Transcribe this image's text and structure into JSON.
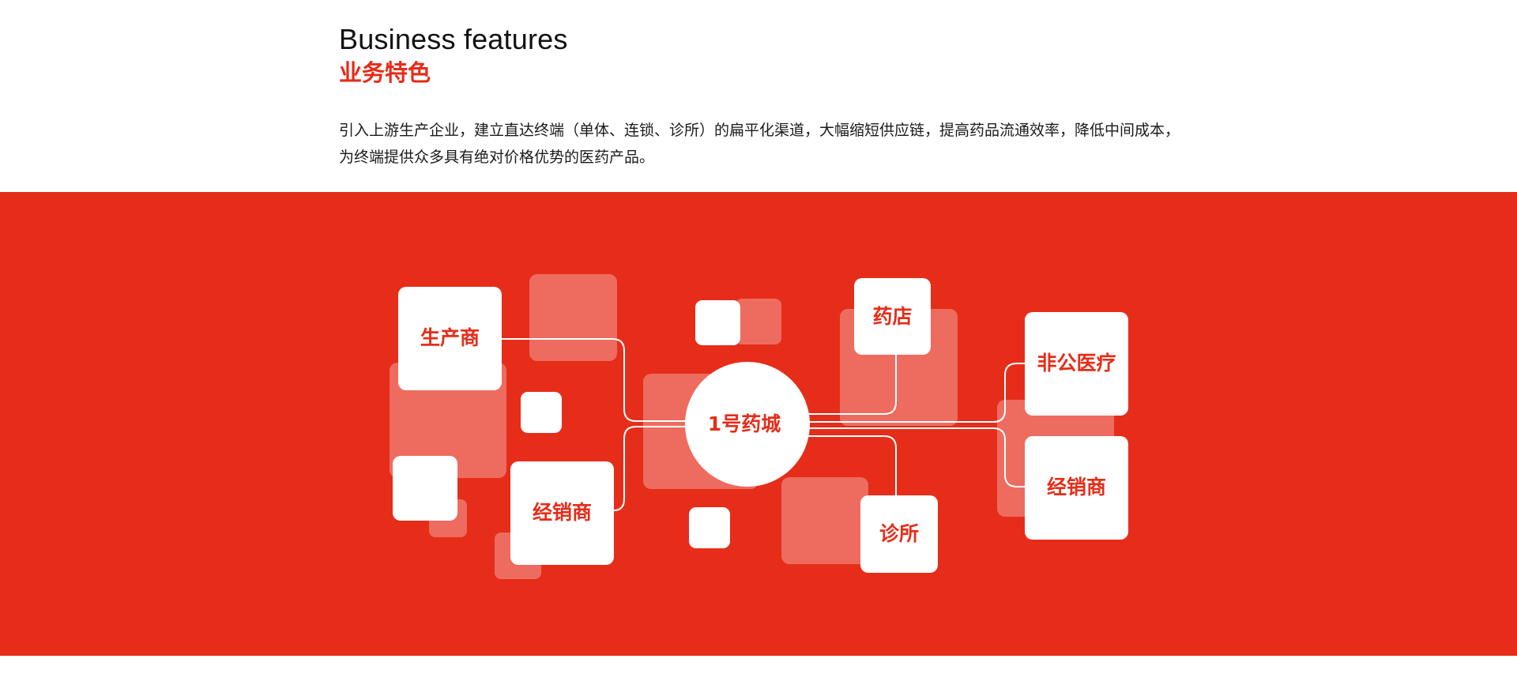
{
  "header": {
    "title_en": "Business features",
    "title_cn": "业务特色",
    "description": "引入上游生产企业，建立直达终端（单体、连锁、诊所）的扁平化渠道，大幅缩短供应链，提高药品流通效率，降低中间成本，为终端提供众多具有绝对价格优势的医药产品。"
  },
  "colors": {
    "brand_red": "#e62d1a",
    "white": "#ffffff",
    "translucent_tile": "rgba(255,255,255,0.3)"
  },
  "diagram": {
    "center": "1号药城",
    "nodes": {
      "manufacturer": "生产商",
      "distributor_left": "经销商",
      "pharmacy": "药店",
      "clinic": "诊所",
      "non_public_medical": "非公医疗",
      "distributor_right": "经销商"
    }
  }
}
